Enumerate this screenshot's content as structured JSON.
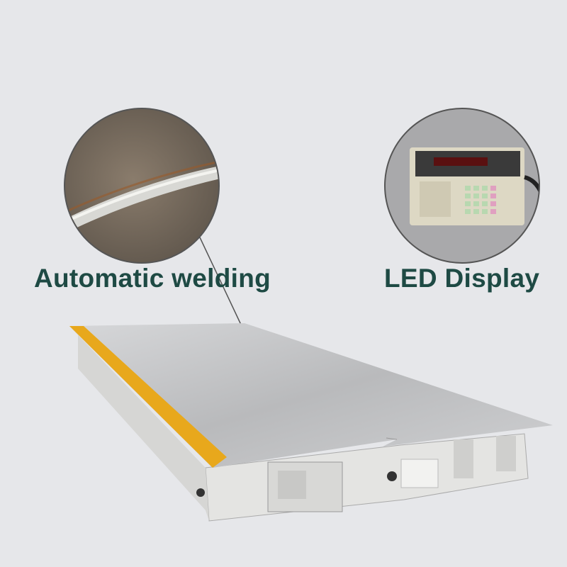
{
  "callouts": [
    {
      "label": "Automatic welding",
      "icon": "weld-seam-closeup"
    },
    {
      "label": "LED Display",
      "icon": "weighing-indicator-closeup"
    }
  ],
  "colors": {
    "background": "#e6e7ea",
    "label_text": "#1e4a44",
    "platform_top": "#c4c5c7",
    "edge_stripe": "#e8a81c"
  }
}
